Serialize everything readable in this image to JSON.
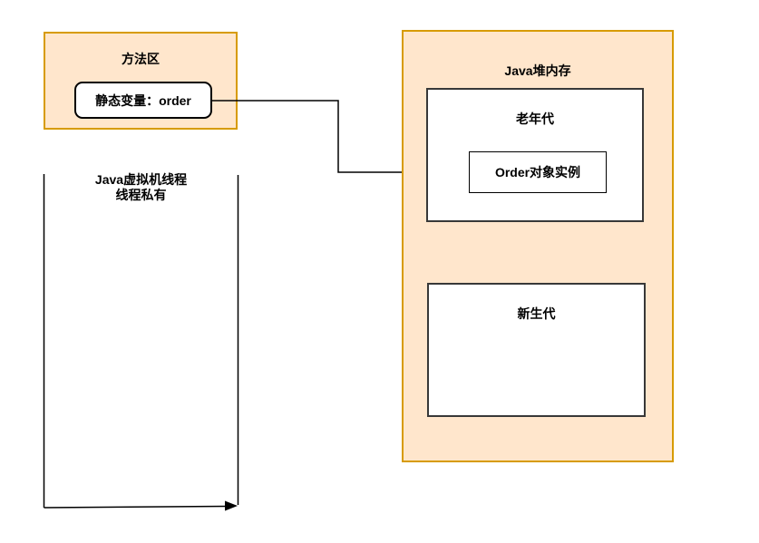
{
  "diagram": {
    "method_area": {
      "title": "方法区",
      "static_variable": "静态变量：order"
    },
    "heap": {
      "title": "Java堆内存",
      "old_generation": {
        "title": "老年代",
        "order_instance": "Order对象实例"
      },
      "young_generation": {
        "title": "新生代"
      }
    },
    "jvm_thread_note": {
      "line1": "Java虚拟机线程",
      "line2": "线程私有"
    },
    "colors": {
      "region_fill": "#FFE6CC",
      "region_border": "#D79B00",
      "inner_box_fill": "#FFFFFF",
      "inner_box_border": "#000000",
      "connector_line": "#000000"
    }
  }
}
